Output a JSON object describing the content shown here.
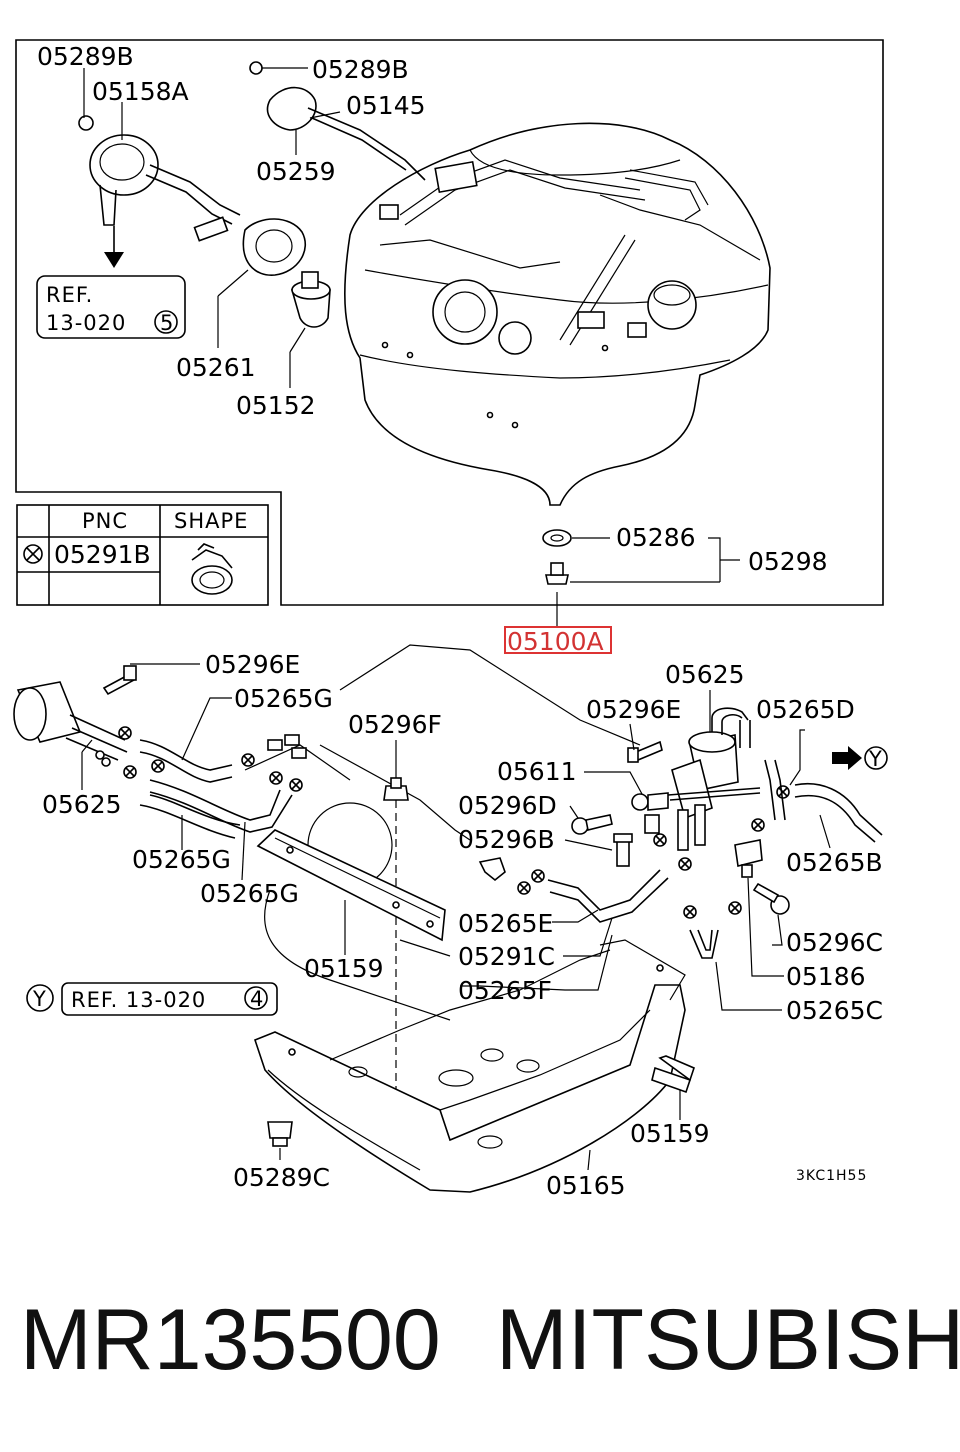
{
  "labels": {
    "p05289B_a": "05289B",
    "p05158A": "05158A",
    "p05289B_b": "05289B",
    "p05145": "05145",
    "p05259": "05259",
    "p05261": "05261",
    "p05152": "05152",
    "p05286": "05286",
    "p05298": "05298",
    "p05100A": "05100A",
    "p05296E_a": "05296E",
    "p05265G_a": "05265G",
    "p05296F": "05296F",
    "p05625_a": "05625",
    "p05625_b": "05625",
    "p05296E_b": "05296E",
    "p05265D": "05265D",
    "p05611": "05611",
    "p05296D": "05296D",
    "p05296B": "05296B",
    "p05265G_b": "05265G",
    "p05265G_c": "05265G",
    "p05265B": "05265B",
    "p05265E": "05265E",
    "p05291C": "05291C",
    "p05159_a": "05159",
    "p05265F": "05265F",
    "p05296C": "05296C",
    "p05186": "05186",
    "p05265C": "05265C",
    "p05159_b": "05159",
    "p05289C": "05289C",
    "p05165": "05165"
  },
  "refs": {
    "top_ref_line1": "REF.",
    "top_ref_line2": "13-020",
    "top_ref_circle": "5",
    "bottom_ref": "REF. 13-020",
    "bottom_ref_circle": "4",
    "y_marker": "Y",
    "y_marker_right": "Y"
  },
  "pnc_table": {
    "col_pnc": "PNC",
    "col_shape": "SHAPE",
    "row_pnc": "05291B"
  },
  "diagram_code": "3KC1H55",
  "highlight_color": "#d33333",
  "caption": {
    "part_number": "MR135500",
    "maker": "MITSUBISHI"
  }
}
